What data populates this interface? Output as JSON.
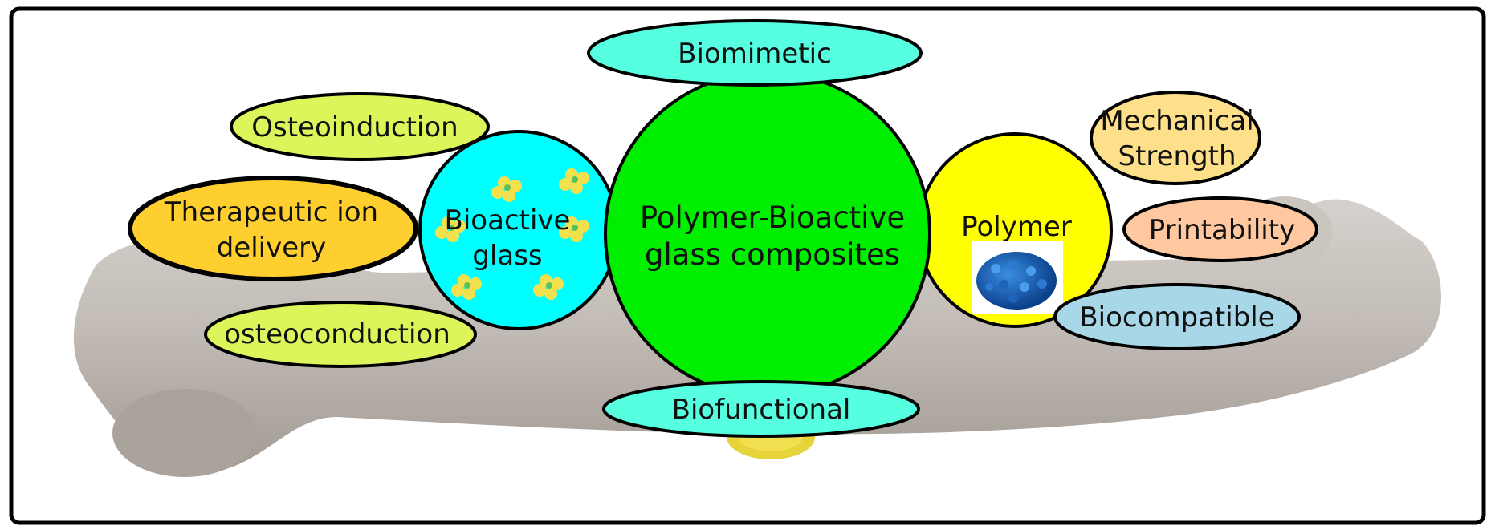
{
  "center": {
    "line1": "Polymer-Bioactive",
    "line2": "glass composites"
  },
  "bioactive_glass": {
    "line1": "Bioactive",
    "line2": "glass"
  },
  "polymer": {
    "label": "Polymer"
  },
  "properties": {
    "biomimetic": "Biomimetic",
    "biofunctional": "Biofunctional",
    "osteoinduction": "Osteoinduction",
    "therapeutic_line1": "Therapeutic ion",
    "therapeutic_line2": "delivery",
    "osteoconduction": "osteoconduction",
    "mechanical_line1": "Mechanical",
    "mechanical_line2": "Strength",
    "printability": "Printability",
    "biocompatible": "Biocompatible"
  },
  "colors": {
    "center": "#00ee00",
    "bioactive_glass": "#00ffff",
    "polymer": "#ffff00",
    "bio_pill": "#55ffe0",
    "osteo": "#ddf55a",
    "therapeutic": "#ffcf30",
    "mechanical": "#ffe08a",
    "printability": "#ffc8a0",
    "biocompatible": "#a8d8e8",
    "bone": "#bab3ad"
  }
}
